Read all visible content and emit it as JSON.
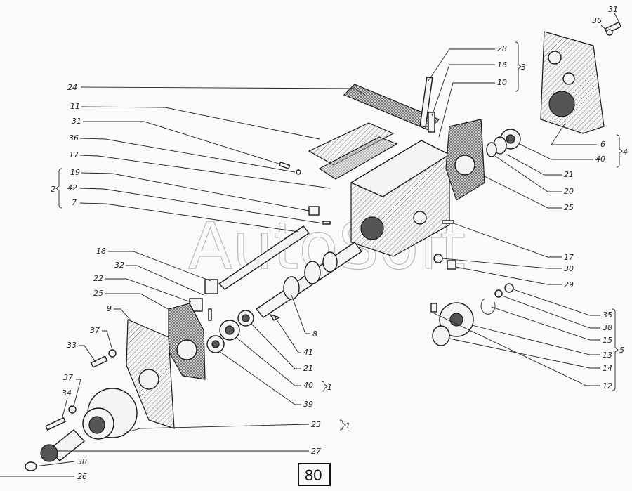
{
  "page_number": "80",
  "watermark": "AutoSoft",
  "labels": [
    "31",
    "36",
    "28",
    "16",
    "10",
    "24",
    "11",
    "31",
    "36",
    "17",
    "19",
    "42",
    "7",
    "6",
    "40",
    "21",
    "20",
    "25",
    "17",
    "30",
    "29",
    "35",
    "38",
    "15",
    "13",
    "14",
    "12",
    "18",
    "32",
    "22",
    "25",
    "9",
    "8",
    "41",
    "21",
    "40",
    "39",
    "37",
    "33",
    "37",
    "34",
    "23",
    "27",
    "38",
    "26"
  ],
  "groups": [
    "3",
    "2",
    "4",
    "5",
    "1",
    "1"
  ]
}
